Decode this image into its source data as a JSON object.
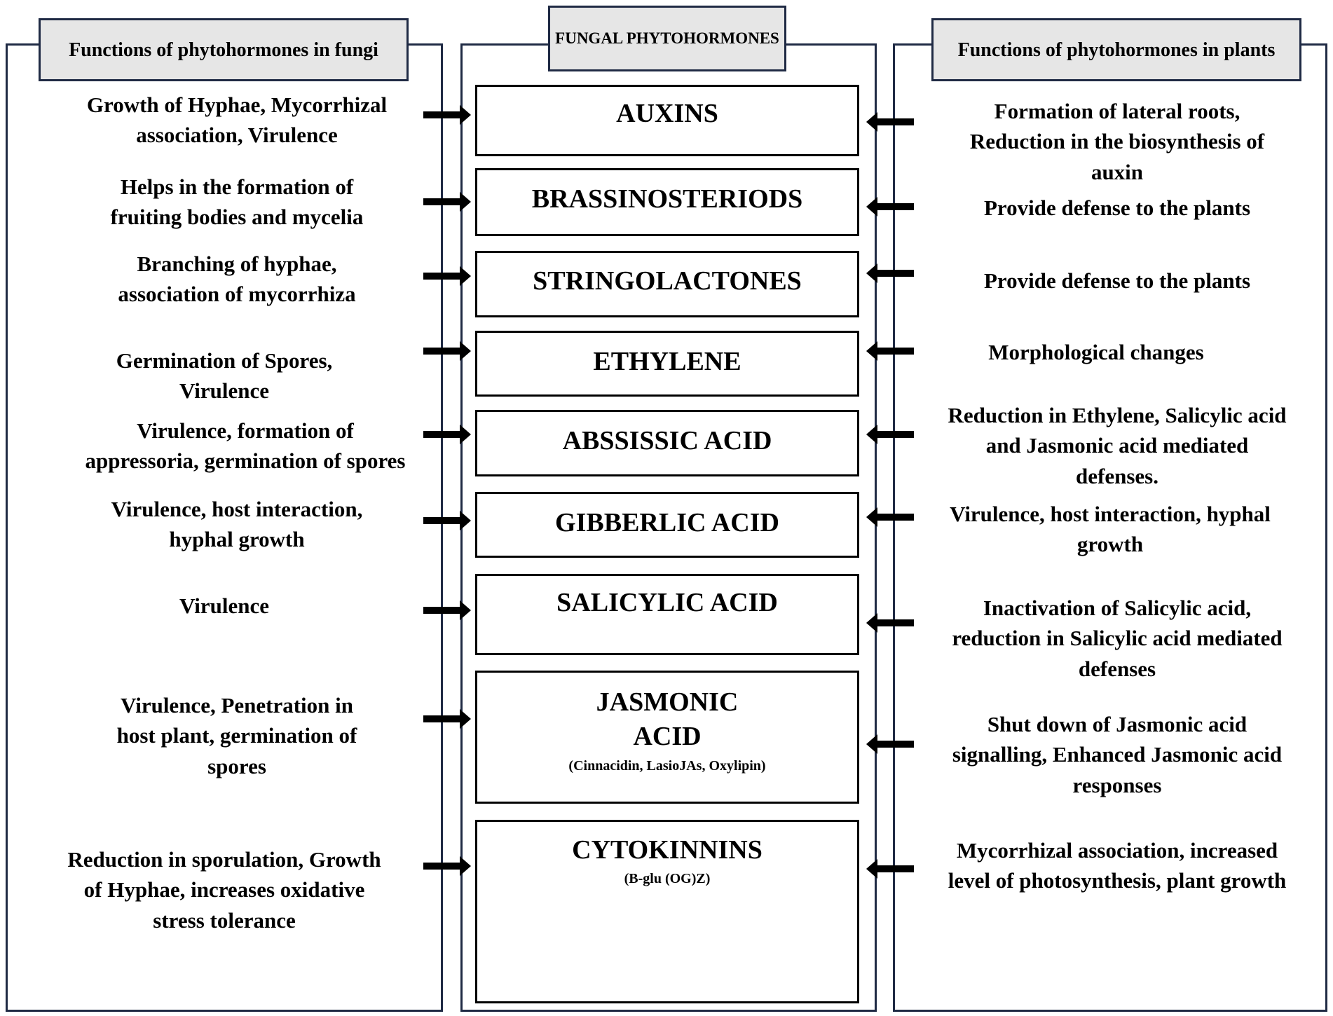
{
  "headers": {
    "left": "Functions of phytohormones in fungi",
    "middle": "FUNGAL PHYTOHORMONES",
    "right": "Functions of phytohormones in plants"
  },
  "rows": [
    {
      "hormone": "AUXINS",
      "sub": "",
      "fungi": "Growth of Hyphae, Mycorrhizal\nassociation, Virulence",
      "plants": "Formation of lateral roots,\nReduction in the biosynthesis of\nauxin"
    },
    {
      "hormone": "BRASSINOSTERIODS",
      "sub": "",
      "fungi": "Helps in the formation of\nfruiting bodies and mycelia",
      "plants": "Provide defense to the plants"
    },
    {
      "hormone": "STRINGOLACTONES",
      "sub": "",
      "fungi": "Branching of hyphae,\nassociation of mycorrhiza",
      "plants": "Provide defense to the plants"
    },
    {
      "hormone": "ETHYLENE",
      "sub": "",
      "fungi": "Germination of Spores,\nVirulence",
      "plants": "Morphological changes"
    },
    {
      "hormone": "ABSSISSIC ACID",
      "sub": "",
      "fungi": "Virulence, formation of\nappressoria, germination of spores",
      "plants": "Reduction in Ethylene, Salicylic acid\nand Jasmonic acid mediated\ndefenses."
    },
    {
      "hormone": "GIBBERLIC ACID",
      "sub": "",
      "fungi": "Virulence, host interaction,\nhyphal growth",
      "plants": "Virulence, host interaction, hyphal\ngrowth"
    },
    {
      "hormone": "SALICYLIC ACID",
      "sub": "",
      "fungi": "Virulence",
      "plants": "Inactivation of Salicylic acid,\nreduction in Salicylic acid mediated\ndefenses"
    },
    {
      "hormone": "JASMONIC\nACID",
      "sub": "(Cinnacidin, LasioJAs, Oxylipin)",
      "fungi": "Virulence, Penetration in\nhost plant, germination of\nspores",
      "plants": "Shut down of Jasmonic acid\nsignalling, Enhanced Jasmonic acid\nresponses"
    },
    {
      "hormone": "CYTOKINNINS",
      "sub": "(B-glu (OG)Z)",
      "fungi": "Reduction in sporulation, Growth\nof Hyphae, increases oxidative\nstress tolerance",
      "plants": "Mycorrhizal association, increased\nlevel of photosynthesis, plant growth"
    }
  ]
}
